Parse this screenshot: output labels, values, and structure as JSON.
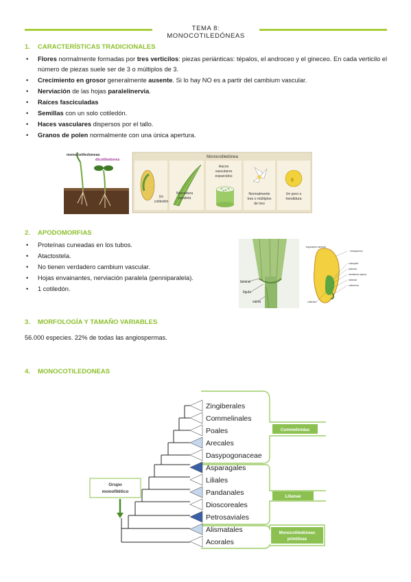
{
  "header": {
    "title": "TEMA 8: MONOCOTILEDÓNEAS"
  },
  "section1": {
    "number": "1.",
    "title": "CARACTERÍSTICAS TRADICIONALES",
    "items": [
      {
        "b1": "Flores",
        "t1": " normalmente formadas por ",
        "b2": "tres verticilos",
        "t2": ": piezas periánticas: tépalos, el androceo y el gineceo. En cada verticilo el número de piezas suele ser de 3 o múltiplos de 3."
      },
      {
        "b1": "Crecimiento en grosor",
        "t1": " generalmente ",
        "b2": "ausente",
        "t2": ". Si lo hay NO es a partir del cambium vascular."
      },
      {
        "b1": "Nerviación",
        "t1": " de las hojas ",
        "b2": "paralelinervia",
        "t2": "."
      },
      {
        "b1": "Raíces fasciculadas",
        "t1": "",
        "b2": "",
        "t2": ""
      },
      {
        "b1": "Semillas",
        "t1": " con un solo cotiledón.",
        "b2": "",
        "t2": ""
      },
      {
        "b1": "Haces vasculares",
        "t1": " dispersos por el tallo.",
        "b2": "",
        "t2": ""
      },
      {
        "b1": "Granos de polen",
        "t1": " normalmente con una única apertura.",
        "b2": "",
        "t2": ""
      }
    ]
  },
  "figure1": {
    "label_mono": "monocotiledoneas",
    "label_dico": "dicotiledones",
    "panel_title": "Monocotiledónea",
    "captions": [
      [
        "Un",
        "cotiledón"
      ],
      [
        "Nervadura",
        "paralela"
      ],
      [
        "Haces",
        "vasculares",
        "esparcidos"
      ],
      [
        "Normalmente",
        "tres o múltiplos",
        "de tres"
      ],
      [
        "Un poro o",
        "hendidura"
      ]
    ]
  },
  "section2": {
    "number": "2.",
    "title": "APODOMORFIAS",
    "items": [
      "Proteínas cuneadas en los tubos.",
      "Atactostela.",
      "No tienen verdadero cambium vascular.",
      "Hojas envainantes, nerviación paralela (penniparalela).",
      "1 cotiledón."
    ]
  },
  "figure2": {
    "leaf_labels": [
      "lámina",
      "lígula",
      "vaina"
    ],
    "seed_labels": [
      "tegumento seminal",
      "endospermo",
      "coleoptilo",
      "plúmula",
      "meristemo apical",
      "radícula",
      "coleorriza",
      "cotiledón"
    ]
  },
  "section3": {
    "number": "3.",
    "title": "MORFOLOGÍA Y TAMAÑO VARIABLES",
    "text": "56.000 especies. 22% de todas las angiospermas."
  },
  "section4": {
    "number": "4.",
    "title": "MONOCOTILEDONEAS"
  },
  "tree": {
    "taxa": [
      "Zingiberales",
      "Commelinales",
      "Poales",
      "Arecales",
      "Dasypogonaceae",
      "Asparagales",
      "Liliales",
      "Pandanales",
      "Dioscoreales",
      "Petrosaviales",
      "Alismatales",
      "Acorales"
    ],
    "group_box": [
      "Grupo",
      "monofilético"
    ],
    "clades": [
      {
        "name": "Commelinidas",
        "color": "#8cc152"
      },
      {
        "name": "Lilianae",
        "color": "#8cc152"
      },
      {
        "name": "Monocotiledóneas primitivas",
        "lines": [
          "Monocotiledóneas",
          "primitivas"
        ],
        "color": "#8cc152"
      }
    ],
    "triangle_colors": {
      "dark": "#3a5fa8",
      "light": "#c6d8ee"
    }
  }
}
